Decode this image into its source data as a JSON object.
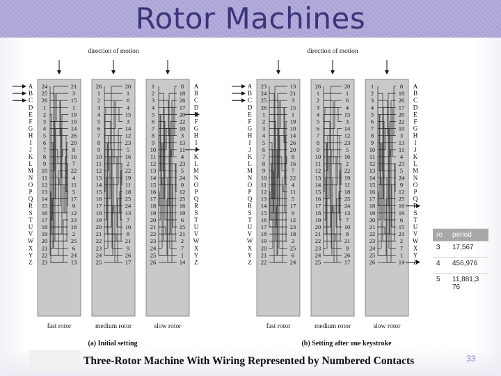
{
  "title": "Rotor Machines",
  "direction_label": "direction of motion",
  "alphabet": [
    "A",
    "B",
    "C",
    "D",
    "E",
    "F",
    "G",
    "H",
    "I",
    "J",
    "K",
    "L",
    "M",
    "N",
    "O",
    "P",
    "Q",
    "R",
    "S",
    "T",
    "U",
    "V",
    "W",
    "X",
    "Y",
    "Z"
  ],
  "panel_a": {
    "caption": "(a) Initial setting",
    "rotors": [
      {
        "name": "fast rotor",
        "left": [
          24,
          25,
          26,
          1,
          2,
          3,
          4,
          5,
          6,
          7,
          8,
          9,
          10,
          11,
          12,
          13,
          14,
          15,
          16,
          17,
          18,
          19,
          20,
          21,
          22,
          23
        ],
        "right": [
          21,
          3,
          15,
          1,
          19,
          10,
          14,
          26,
          20,
          8,
          16,
          7,
          22,
          4,
          11,
          5,
          17,
          9,
          12,
          23,
          18,
          2,
          25,
          6,
          24,
          13
        ]
      },
      {
        "name": "medium rotor",
        "left": [
          26,
          1,
          2,
          3,
          4,
          5,
          6,
          7,
          8,
          9,
          10,
          11,
          12,
          13,
          14,
          15,
          16,
          17,
          18,
          19,
          20,
          21,
          22,
          23,
          24,
          25
        ],
        "right": [
          20,
          1,
          6,
          4,
          15,
          3,
          14,
          12,
          23,
          5,
          16,
          2,
          22,
          19,
          11,
          18,
          25,
          24,
          13,
          7,
          10,
          8,
          21,
          9,
          26,
          17
        ]
      },
      {
        "name": "slow rotor",
        "left": [
          1,
          2,
          3,
          4,
          5,
          6,
          7,
          8,
          9,
          10,
          11,
          12,
          13,
          14,
          15,
          16,
          17,
          18,
          19,
          20,
          21,
          22,
          23,
          24,
          25,
          26
        ],
        "right": [
          8,
          18,
          26,
          17,
          20,
          22,
          10,
          3,
          13,
          11,
          4,
          23,
          5,
          24,
          9,
          12,
          25,
          16,
          19,
          6,
          15,
          21,
          2,
          7,
          1,
          14
        ]
      }
    ]
  },
  "panel_b": {
    "caption": "(b) Setting after one keystroke",
    "rotors": [
      {
        "name": "fast rotor",
        "left": [
          23,
          24,
          25,
          26,
          1,
          2,
          3,
          4,
          5,
          6,
          7,
          8,
          9,
          10,
          11,
          12,
          13,
          14,
          15,
          16,
          17,
          18,
          19,
          20,
          21,
          22
        ],
        "right": [
          13,
          21,
          3,
          15,
          1,
          19,
          10,
          14,
          26,
          20,
          8,
          16,
          7,
          22,
          4,
          11,
          5,
          17,
          9,
          12,
          23,
          18,
          2,
          25,
          6,
          24
        ]
      },
      {
        "name": "medium rotor",
        "left": [
          26,
          1,
          2,
          3,
          4,
          5,
          6,
          7,
          8,
          9,
          10,
          11,
          12,
          13,
          14,
          15,
          16,
          17,
          18,
          19,
          20,
          21,
          22,
          23,
          24,
          25
        ],
        "right": [
          20,
          1,
          6,
          4,
          15,
          3,
          14,
          12,
          23,
          5,
          16,
          2,
          22,
          19,
          11,
          18,
          25,
          24,
          13,
          7,
          10,
          8,
          21,
          9,
          26,
          17
        ]
      },
      {
        "name": "slow rotor",
        "left": [
          1,
          2,
          3,
          4,
          5,
          6,
          7,
          8,
          9,
          10,
          11,
          12,
          13,
          14,
          15,
          16,
          17,
          18,
          19,
          20,
          21,
          22,
          23,
          24,
          25,
          26
        ],
        "right": [
          8,
          18,
          26,
          17,
          20,
          22,
          10,
          3,
          13,
          11,
          4,
          23,
          5,
          24,
          9,
          12,
          25,
          16,
          19,
          6,
          15,
          21,
          2,
          7,
          1,
          14
        ]
      }
    ]
  },
  "diagram_caption": "Three-Rotor Machine With Wiring Represented by Numbered Contacts",
  "table": {
    "headers": [
      "ro",
      "period"
    ],
    "rows": [
      [
        "3",
        "17,567"
      ],
      [
        "4",
        "456,976"
      ],
      [
        "5",
        "11,881,3\n76"
      ]
    ]
  },
  "page_number": "33"
}
